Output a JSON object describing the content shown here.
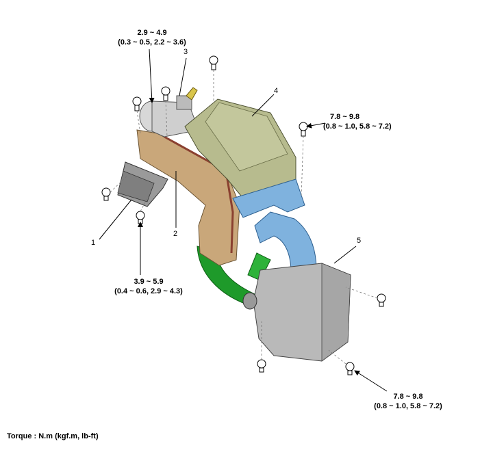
{
  "torques": {
    "t1": {
      "line1": "2.9 ~ 4.9",
      "line2": "(0.3 ~ 0.5, 2.2 ~ 3.6)"
    },
    "t2": {
      "line1": "7.8 ~ 9.8",
      "line2": "(0.8 ~ 1.0, 5.8 ~ 7.2)"
    },
    "t3": {
      "line1": "3.9 ~ 5.9",
      "line2": "(0.4 ~ 0.6, 2.9 ~ 4.3)"
    },
    "t4": {
      "line1": "7.8 ~ 9.8",
      "line2": "(0.8 ~ 1.0, 5.8 ~ 7.2)"
    }
  },
  "callouts": {
    "c1": "1",
    "c2": "2",
    "c3": "3",
    "c4": "4",
    "c5": "5"
  },
  "footer": "Torque : N.m (kgf.m, lb-ft)",
  "colors": {
    "housing": "#b7bb8e",
    "duct_tan": "#c9a77a",
    "duct_blue": "#7fb2de",
    "hose_green": "#1e9a2a",
    "resonator": "#b9b9b9",
    "bracket": "#9a9a9a"
  }
}
